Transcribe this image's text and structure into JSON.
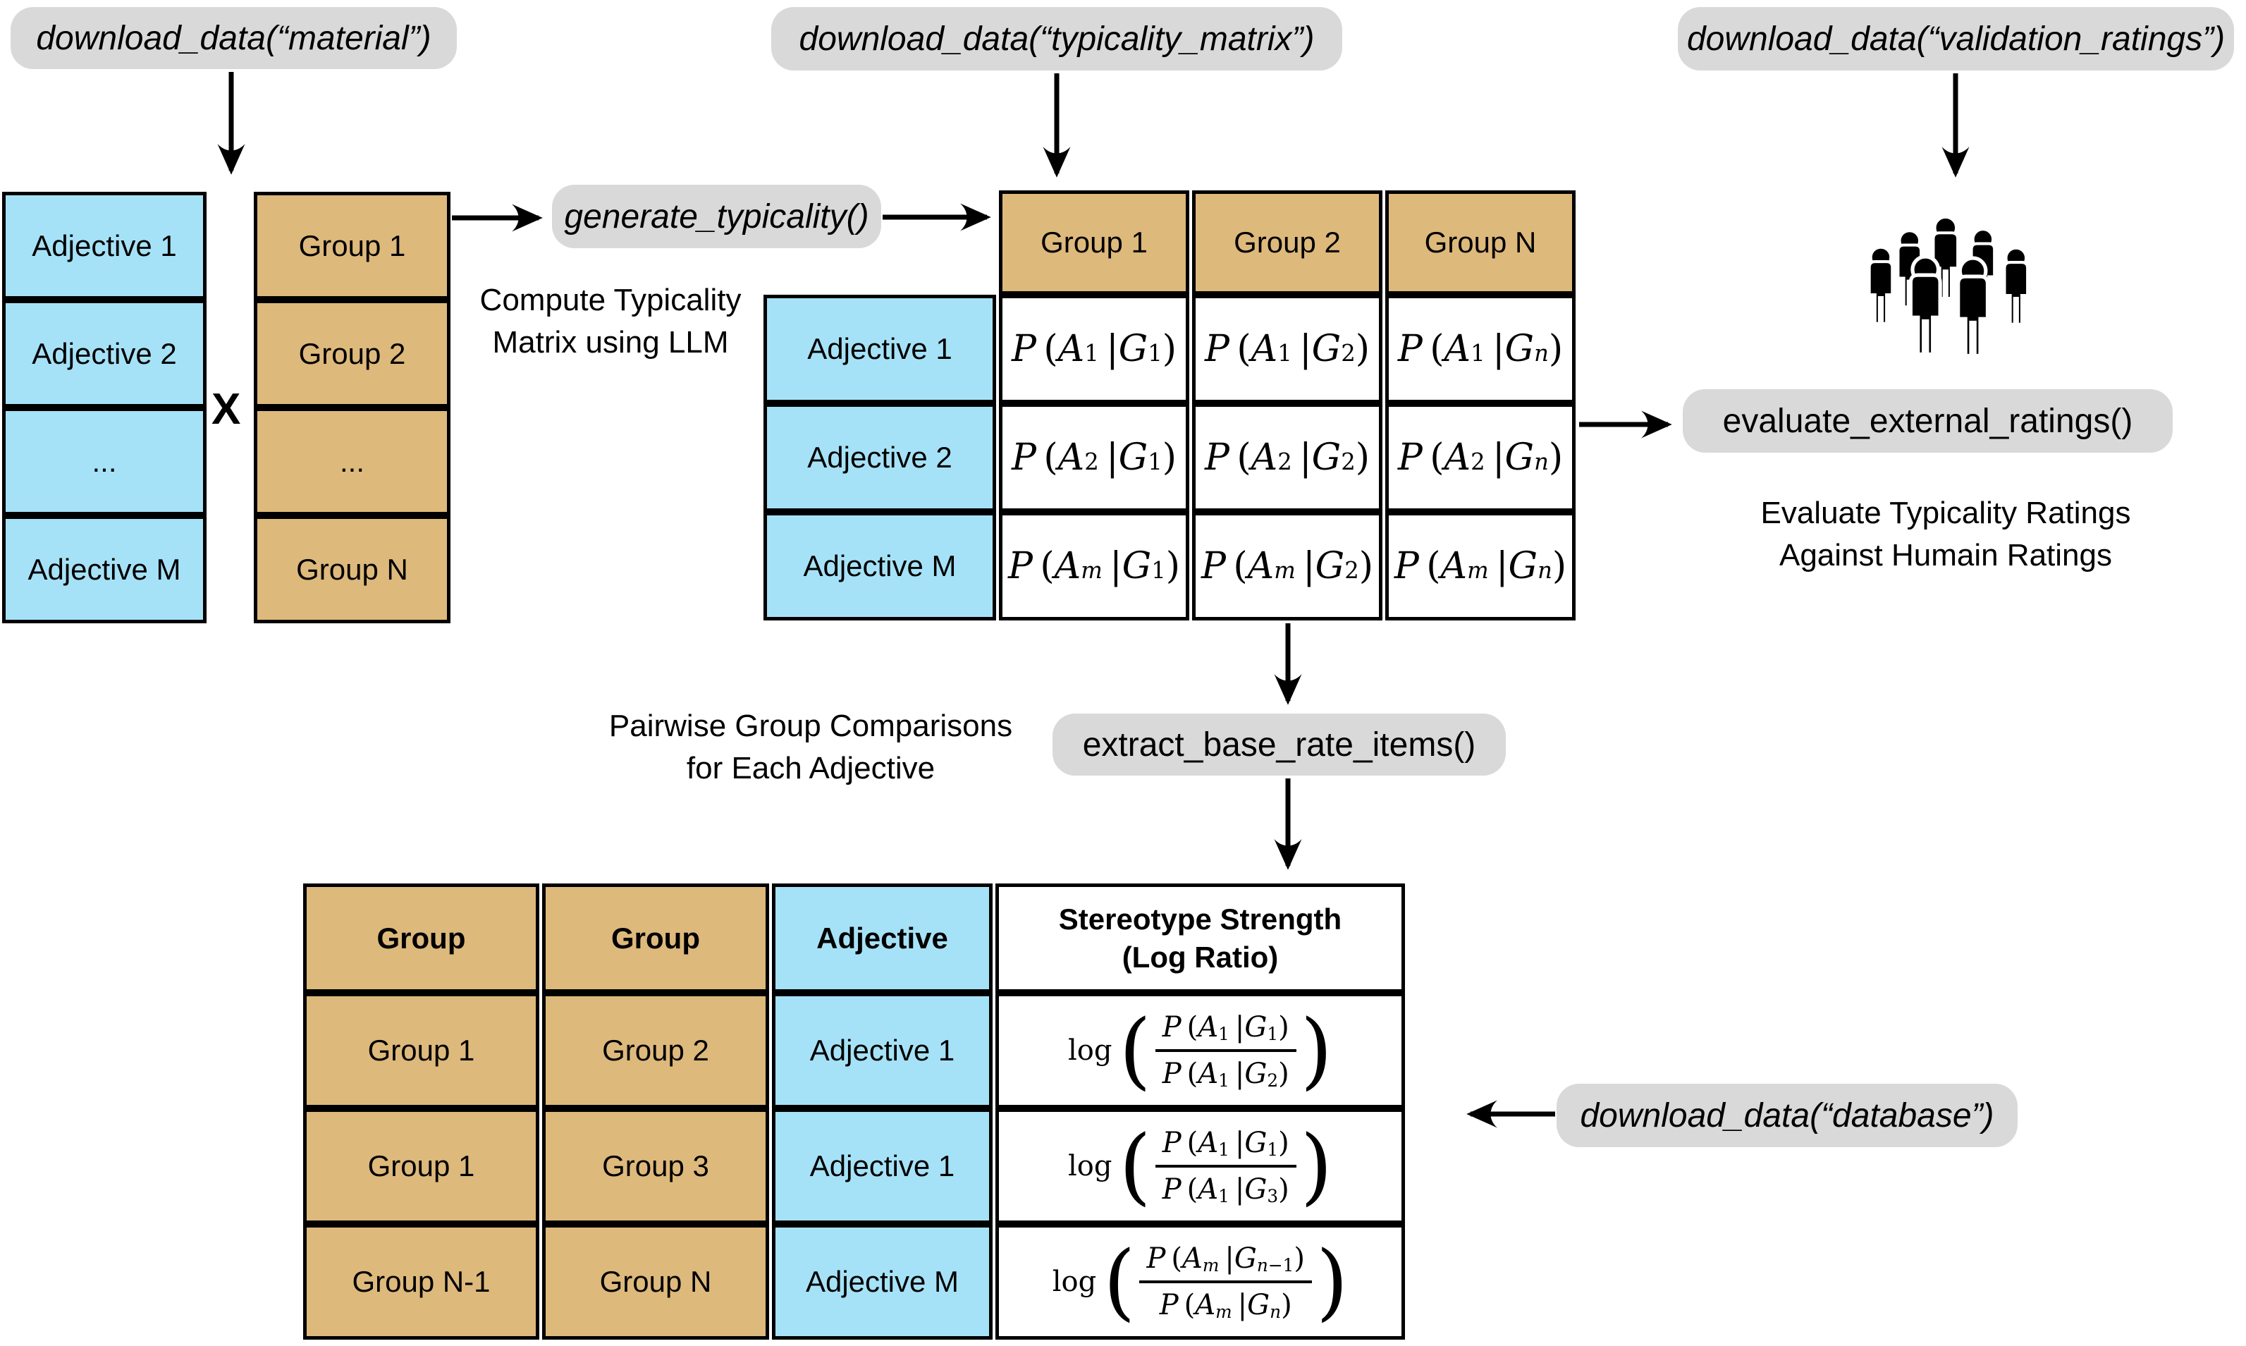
{
  "pills": {
    "download_material": {
      "label": "download_data(“material”)"
    },
    "download_typicality_matrix": {
      "label": "download_data(“typicality_matrix”)"
    },
    "download_validation_ratings": {
      "label": "download_data(“validation_ratings”)"
    },
    "generate_typicality": {
      "label": "generate_typicality()"
    },
    "evaluate_external_ratings": {
      "label": "evaluate_external_ratings()"
    },
    "extract_base_rate_items": {
      "label": "extract_base_rate_items()"
    },
    "download_database": {
      "label": "download_data(“database”)"
    }
  },
  "captions": {
    "compute": {
      "line1": "Compute Typicality",
      "line2": "Matrix using LLM"
    },
    "pairwise": {
      "line1": "Pairwise Group Comparisons",
      "line2": "for Each Adjective"
    },
    "evaluate": {
      "line1": "Evaluate Typicality Ratings",
      "line2": "Against Humain Ratings"
    }
  },
  "cross_operator": "X",
  "adjective_list": {
    "rows": [
      "Adjective 1",
      "Adjective 2",
      "...",
      "Adjective M"
    ]
  },
  "group_list": {
    "rows": [
      "Group 1",
      "Group 2",
      "...",
      "Group N"
    ]
  },
  "typicality_matrix": {
    "col_headers": [
      "Group 1",
      "Group 2",
      "Group N"
    ],
    "row_headers": [
      "Adjective 1",
      "Adjective 2",
      "Adjective M"
    ],
    "cells": [
      [
        "P (A_{1} |G_{1})",
        "P (A_{1} |G_{2})",
        "P (A_{1} |G_{n})"
      ],
      [
        "P (A_{2} |G_{1})",
        "P (A_{2} |G_{2})",
        "P (A_{2} |G_{n})"
      ],
      [
        "P (A_{m} |G_{1})",
        "P (A_{m} |G_{2})",
        "P (A_{m} |G_{n})"
      ]
    ]
  },
  "base_rate_table": {
    "headers": {
      "col1": "Group",
      "col2": "Group",
      "col3": "Adjective",
      "col4_line1": "Stereotype Strength",
      "col4_line2": "(Log Ratio)"
    },
    "rows": [
      {
        "group_a": "Group 1",
        "group_b": "Group 2",
        "adjective": "Adjective 1",
        "ratio": {
          "prefix": "log",
          "num": "P (A_{1} |G_{1})",
          "den": "P (A_{1} |G_{2})"
        }
      },
      {
        "group_a": "Group 1",
        "group_b": "Group 3",
        "adjective": "Adjective 1",
        "ratio": {
          "prefix": "log",
          "num": "P (A_{1} |G_{1})",
          "den": "P (A_{1} |G_{3})"
        }
      },
      {
        "group_a": "Group N-1",
        "group_b": "Group N",
        "adjective": "Adjective M",
        "ratio": {
          "prefix": "log",
          "num": "P (A_{m} |G_{n-1})",
          "den": "P (A_{m} |G_{n})"
        }
      }
    ]
  },
  "colors": {
    "adjective_blue": "#A6E2F7",
    "group_tan": "#DEB97C",
    "pill_gray": "#D9D9D9",
    "line_black": "#000000"
  },
  "icons": {
    "people_crowd": "crowd-of-people"
  }
}
